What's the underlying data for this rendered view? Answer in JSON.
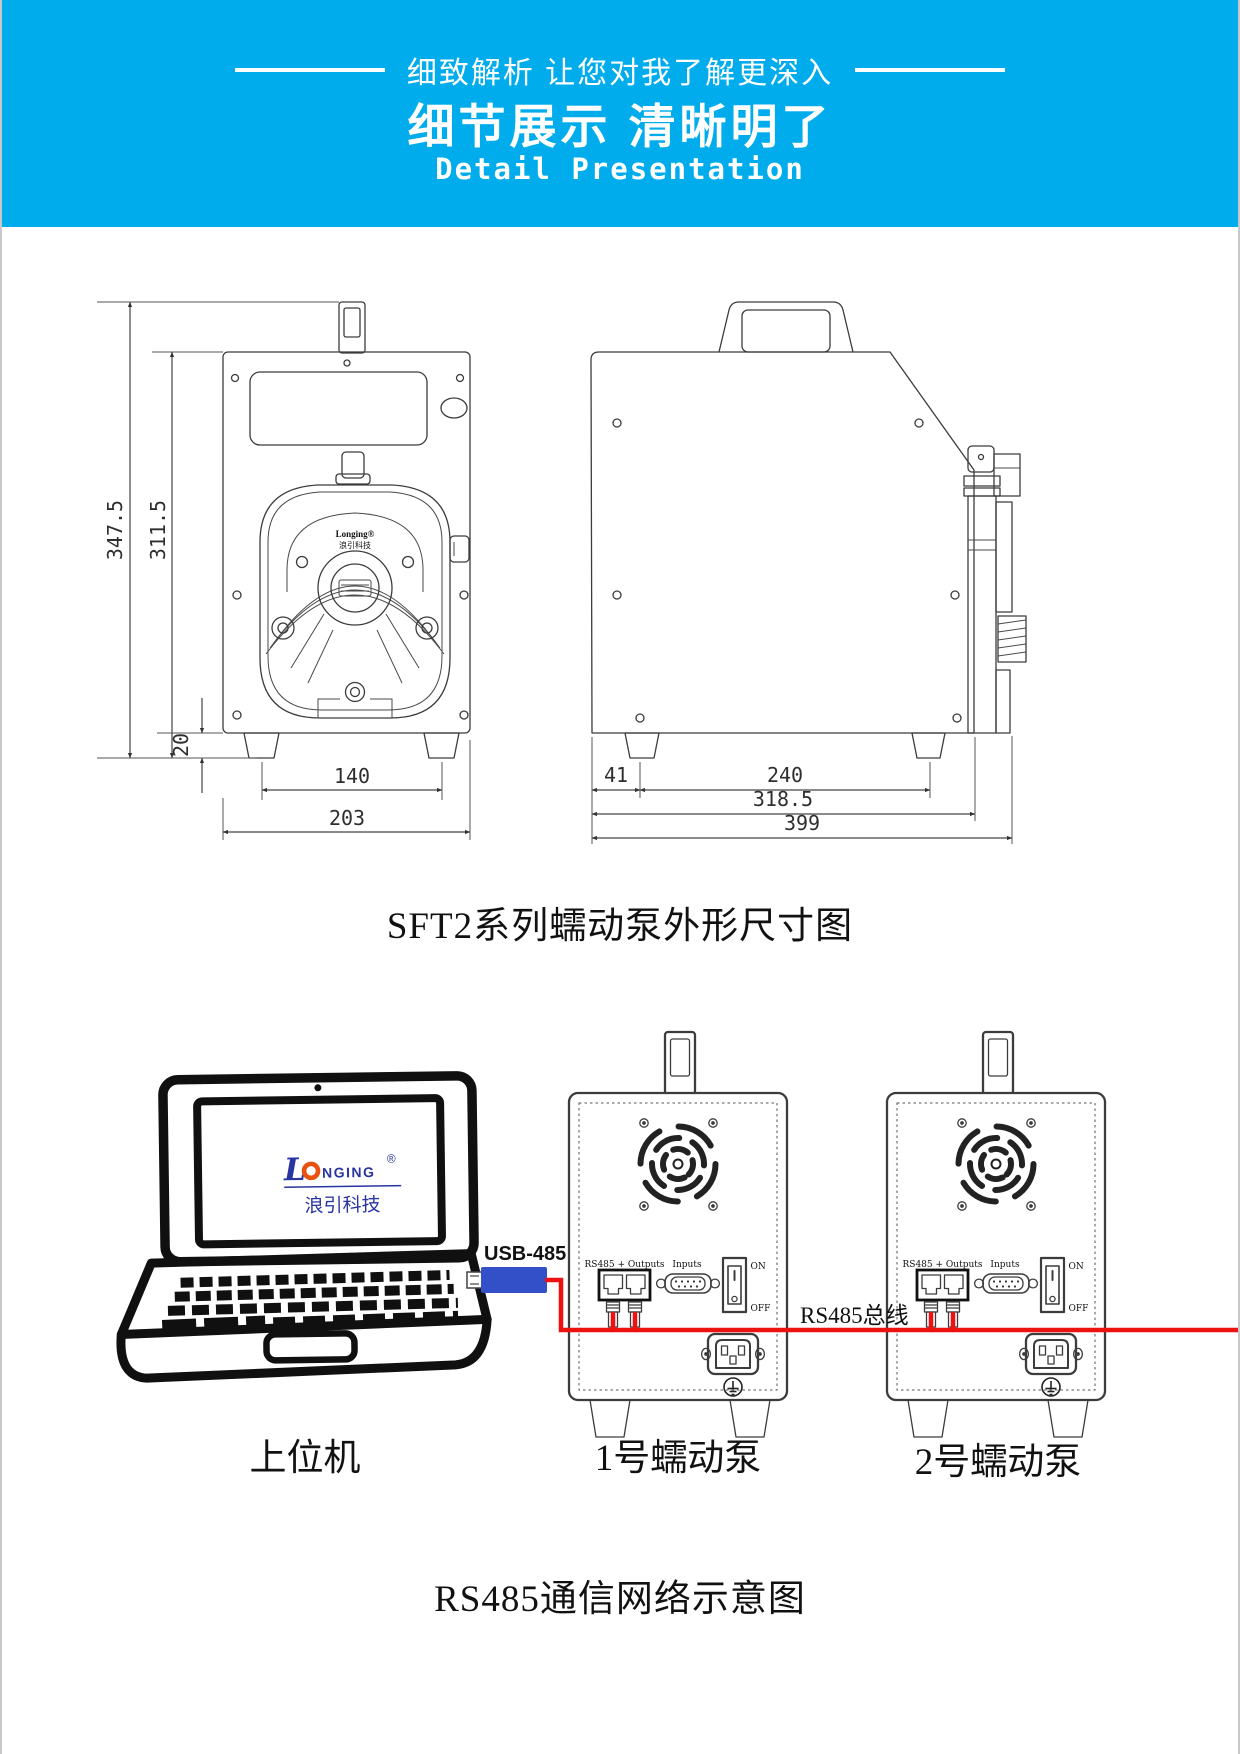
{
  "header": {
    "tagline": "细致解析 让您对我了解更深入",
    "title": "细节展示 清晰明了",
    "subtitle_en": "Detail Presentation"
  },
  "dimension_figure": {
    "caption": "SFT2系列蠕动泵外形尺寸图",
    "front_view": {
      "total_height": "347.5",
      "body_height": "311.5",
      "foot_height": "20",
      "foot_span": "140",
      "total_width": "203"
    },
    "side_view": {
      "front_offset": "41",
      "foot_span": "240",
      "body_depth": "318.5",
      "total_depth": "399"
    }
  },
  "network_figure": {
    "caption": "RS485通信网络示意图",
    "host_label": "上位机",
    "pump1_label": "1号蠕动泵",
    "pump2_label": "2号蠕动泵",
    "usb_adapter_label": "USB-485",
    "bus_label": "RS485总线",
    "rear_panel": {
      "outputs": "RS485 + Outputs",
      "inputs": "Inputs",
      "on": "ON",
      "off": "OFF"
    },
    "logo": {
      "initial": "L",
      "rest": "NGING",
      "reg": "®",
      "company": "浪引科技"
    },
    "head_logo": {
      "line1": "Longing®",
      "line2": "浪引科技"
    }
  },
  "colors": {
    "header_bg": "#00ACEC",
    "wire": "#EE1111",
    "adapter": "#3350C8",
    "logo_blue": "#2834A0",
    "logo_orange": "#E8520E"
  }
}
